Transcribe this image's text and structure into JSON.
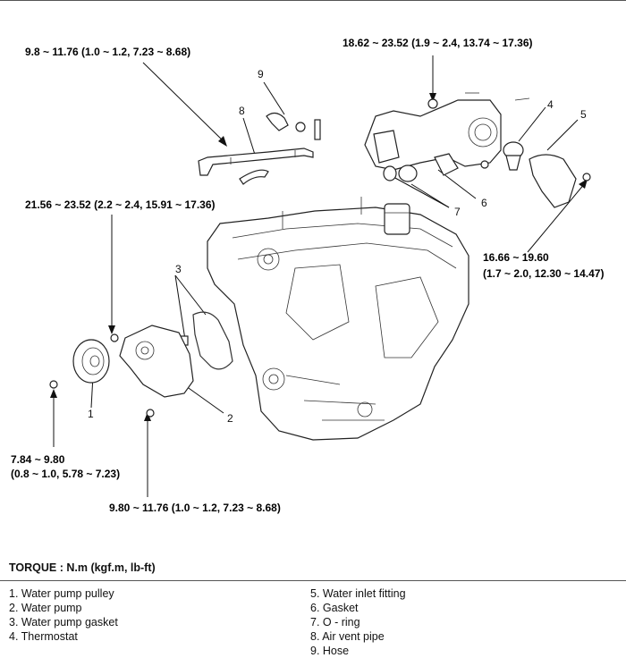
{
  "torque_labels": {
    "air_vent_bolt": "9.8 ~ 11.76 (1.0 ~ 1.2, 7.23 ~ 8.68)",
    "inlet_nut": "18.62 ~ 23.52 (1.9 ~ 2.4, 13.74 ~ 17.36)",
    "pump_bolt_upper": "21.56 ~ 23.52 (2.2 ~ 2.4, 15.91 ~ 17.36)",
    "fitting_bolt_line1": "16.66 ~ 19.60",
    "fitting_bolt_line2": "(1.7 ~ 2.0, 12.30 ~ 14.47)",
    "pulley_bolt_line1": "7.84 ~ 9.80",
    "pulley_bolt_line2": "(0.8 ~ 1.0, 5.78 ~ 7.23)",
    "pump_bolt_lower": "9.80 ~ 11.76 (1.0 ~ 1.2, 7.23 ~ 8.68)"
  },
  "callouts": [
    "1",
    "2",
    "3",
    "4",
    "5",
    "6",
    "7",
    "8",
    "9"
  ],
  "torque_heading": "TORQUE : N.m (kgf.m, lb-ft)",
  "legend": {
    "left": [
      "1. Water pump pulley",
      "2. Water pump",
      "3. Water pump gasket",
      "4. Thermostat"
    ],
    "right": [
      "5. Water inlet fitting",
      "6. Gasket",
      "7. O - ring",
      "8. Air vent pipe",
      "9. Hose"
    ]
  }
}
